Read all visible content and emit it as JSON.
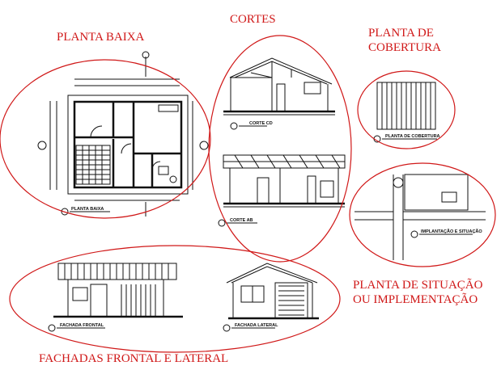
{
  "labels": {
    "planta_baixa": "PLANTA BAIXA",
    "cortes": "CORTES",
    "planta_cobertura_1": "PLANTA DE",
    "planta_cobertura_2": "COBERTURA",
    "situacao_1": "PLANTA DE SITUAÇÃO",
    "situacao_2": "OU IMPLEMENTAÇÃO",
    "fachadas": "FACHADAS FRONTAL E LATERAL"
  },
  "captions": {
    "planta_baixa": "PLANTA BAIXA",
    "corte_1": "CORTE CD",
    "corte_2": "CORTE AB",
    "cobertura": "PLANTA DE COBERTURA",
    "situacao": "IMPLANTAÇÃO E SITUAÇÃO",
    "fachada_frontal": "FACHADA FRONTAL",
    "fachada_lateral": "FACHADA LATERAL"
  },
  "colors": {
    "annotation": "#d01818",
    "drawing": "#111111",
    "background": "#ffffff"
  }
}
